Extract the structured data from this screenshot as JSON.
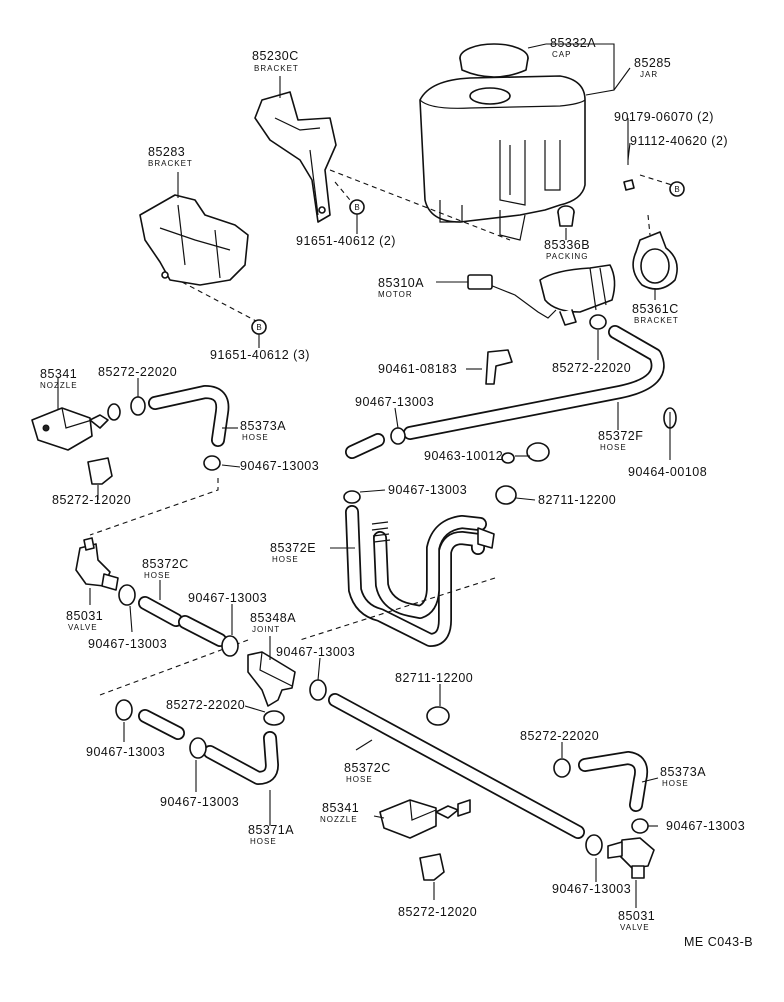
{
  "labels": {
    "cap_part": "85332A",
    "cap_sub": "CAP",
    "jar_part": "85285",
    "jar_sub": "JAR",
    "bracket_c_part": "85230C",
    "bracket_c_sub": "BRACKET",
    "bracket_83_part": "85283",
    "bracket_83_sub": "BRACKET",
    "bolt_top_90179": "90179-06070 (2)",
    "nut_91112": "91112-40620 (2)",
    "bolt_91651_a": "91651-40612 (2)",
    "bolt_91651_b": "91651-40612 (3)",
    "packing_part": "85336B",
    "packing_sub": "PACKING",
    "motor_part": "85310A",
    "motor_sub": "MOTOR",
    "bracket_61c_part": "85361C",
    "bracket_61c_sub": "BRACKET",
    "clip_90461": "90461-08183",
    "clamp_85272_top": "85272-22020",
    "nozzle_top_part": "85341",
    "nozzle_top_sub": "NOZZLE",
    "clamp_85272_nozzle": "85272-22020",
    "hose_73a_top_part": "85373A",
    "hose_73a_top_sub": "HOSE",
    "clamp_90467_a": "90467-13003",
    "clamp_90467_b": "90467-13003",
    "hose_72f_part": "85372F",
    "hose_72f_sub": "HOSE",
    "clip_90463": "90463-10012",
    "grommet_90464": "90464-00108",
    "clip_85272_12020_top": "85272-12020",
    "clamp_90467_c": "90467-13003",
    "clamp_82711_top": "82711-12200",
    "hose_72e_part": "85372E",
    "hose_72e_sub": "HOSE",
    "hose_72c_top_part": "85372C",
    "hose_72c_top_sub": "HOSE",
    "valve_left_part": "85031",
    "valve_left_sub": "VALVE",
    "clamp_90467_d": "90467-13003",
    "clamp_90467_e": "90467-13003",
    "joint_part": "85348A",
    "joint_sub": "JOINT",
    "clamp_90467_f": "90467-13003",
    "clamp_82711_mid": "82711-12200",
    "clamp_85272_lower": "85272-22020",
    "clamp_90467_g": "90467-13003",
    "hose_72c_low_part": "85372C",
    "hose_72c_low_sub": "HOSE",
    "clamp_85272_right": "85272-22020",
    "hose_73a_right_part": "85373A",
    "hose_73a_right_sub": "HOSE",
    "clamp_90467_h": "90467-13003",
    "clamp_90467_i": "90467-13003",
    "nozzle_low_part": "85341",
    "nozzle_low_sub": "NOZZLE",
    "hose_71a_part": "85371A",
    "hose_71a_sub": "HOSE",
    "clamp_90467_j": "90467-13003",
    "valve_right_part": "85031",
    "valve_right_sub": "VALVE",
    "clip_85272_12020_low": "85272-12020",
    "ref_b": "B",
    "figure_code": "ME C043-B"
  }
}
